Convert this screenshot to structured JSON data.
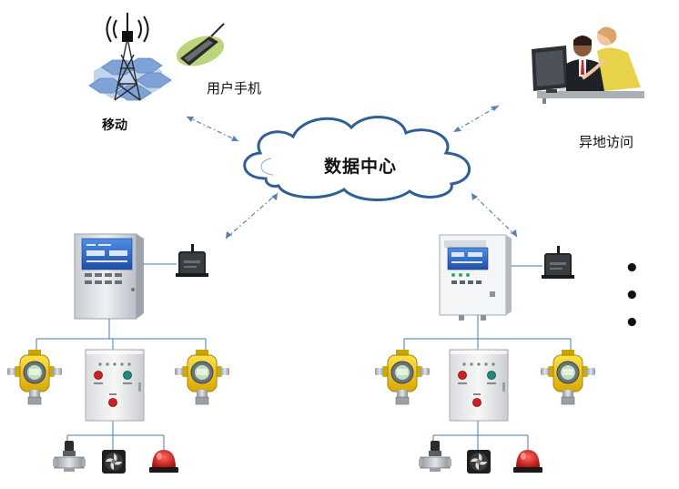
{
  "labels": {
    "mobile": "移动",
    "user_phone": "用户手机",
    "data_center": "数据中心",
    "remote_access": "异地访问",
    "ellipsis": "• • •"
  },
  "nodes": [
    {
      "id": "cell-tower",
      "icon": "cell-tower-icon"
    },
    {
      "id": "mobile-phone",
      "icon": "mobile-phone-icon"
    },
    {
      "id": "remote-workstation",
      "icon": "computer-workstation-icon"
    },
    {
      "id": "cloud",
      "icon": "cloud-icon"
    },
    {
      "id": "controller-1",
      "icon": "gas-alarm-controller-icon"
    },
    {
      "id": "controller-2",
      "icon": "gas-alarm-controller-icon"
    },
    {
      "id": "gprs-module-1",
      "icon": "wireless-module-icon"
    },
    {
      "id": "gprs-module-2",
      "icon": "wireless-module-icon"
    },
    {
      "id": "gas-detector",
      "icon": "gas-detector-icon",
      "count": 4
    },
    {
      "id": "control-box",
      "icon": "control-box-icon",
      "count": 2
    },
    {
      "id": "solenoid-valve",
      "icon": "valve-icon",
      "count": 2
    },
    {
      "id": "exhaust-fan",
      "icon": "fan-icon",
      "count": 2
    },
    {
      "id": "alarm-light",
      "icon": "alarm-light-icon",
      "count": 2
    }
  ],
  "colors": {
    "dashed_link": "#5b7fb3",
    "wire": "#4a7ab0",
    "cloud_outline": "#2f5f96",
    "detector_yellow": "#f1c70f",
    "alarm_red": "#d81e1e",
    "panel_screen": "#2f66c7"
  }
}
